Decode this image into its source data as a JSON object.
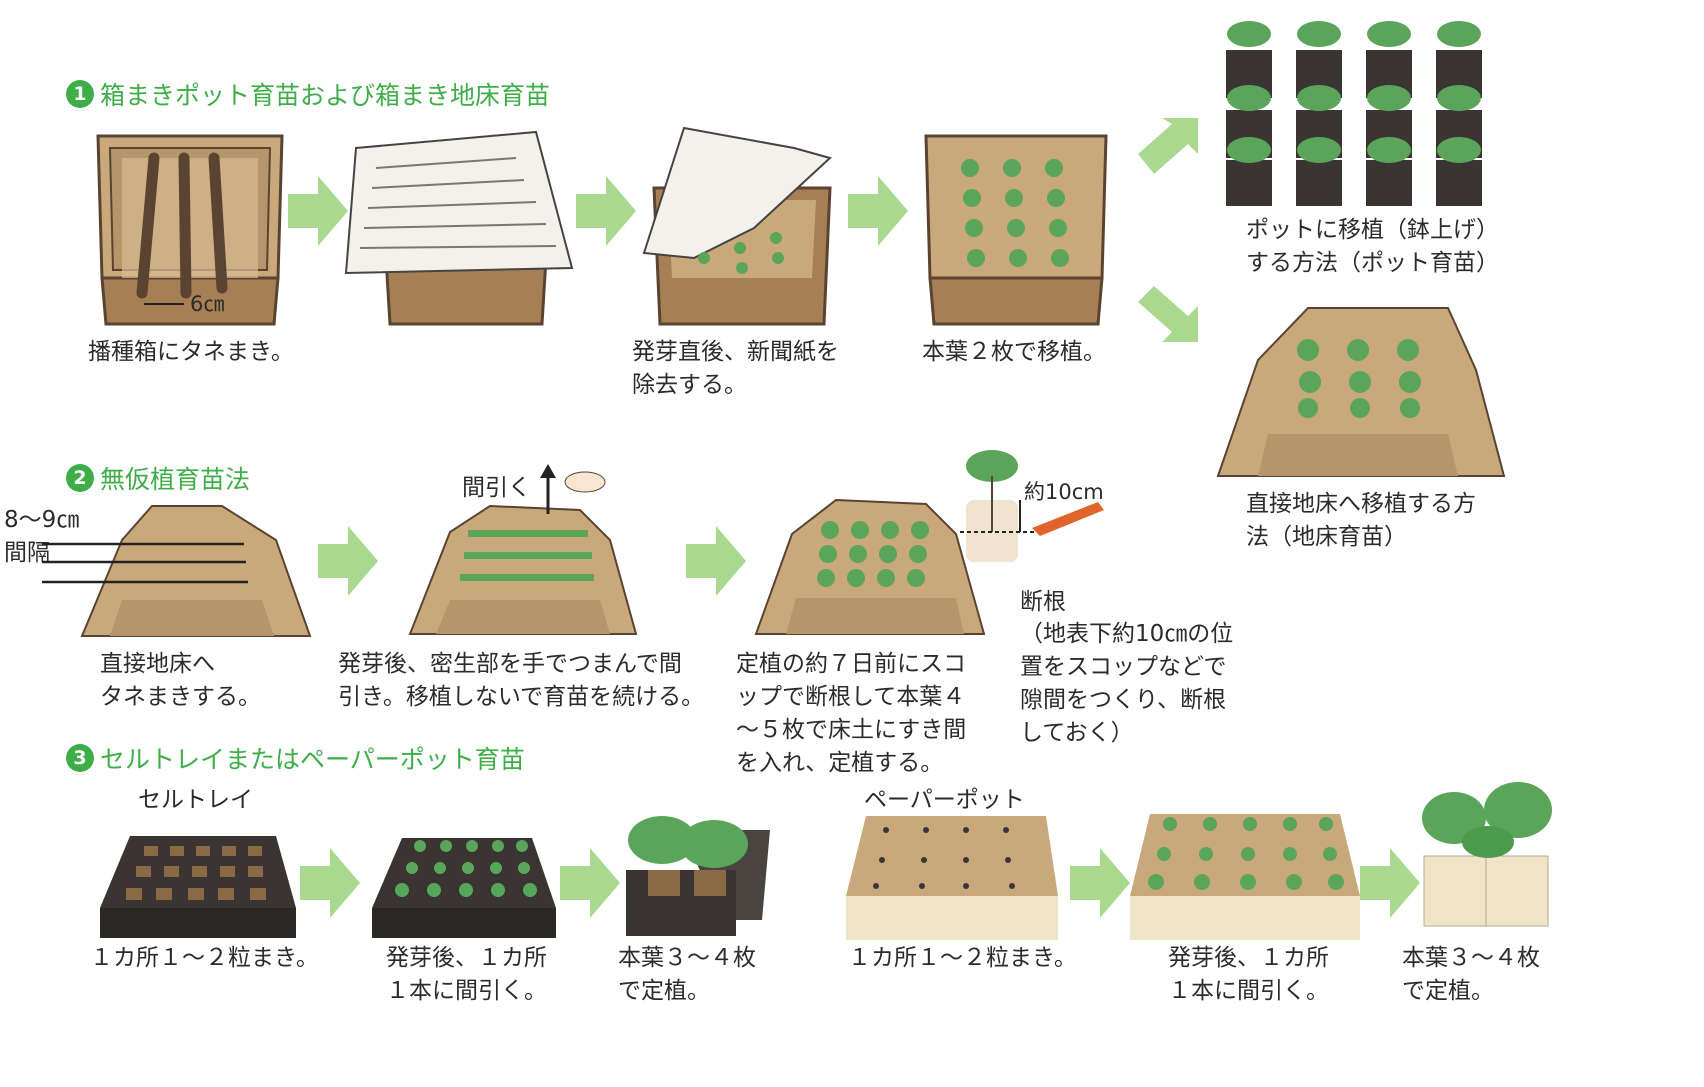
{
  "colors": {
    "accent_green": "#3fae49",
    "arrow_green": "#a9d98e",
    "soil": "#c9a97c",
    "soil_dark": "#8a6a45",
    "leaf": "#5aa55a",
    "paper": "#f4f1ea",
    "tray": "#3a3532",
    "paper_pot": "#efe3c8"
  },
  "section1": {
    "number": "1",
    "title": "箱まきポット育苗および箱まき地床育苗",
    "spacing_label": "6㎝",
    "captions": {
      "sow": "播種箱にタネまき。",
      "remove_paper": "発芽直後、新聞紙を\n除去する。",
      "transplant": "本葉２枚で移植。",
      "pot_method": "ポットに移植（鉢上げ）\nする方法（ポット育苗）",
      "ground_method": "直接地床へ移植する方\n法（地床育苗）"
    }
  },
  "section2": {
    "number": "2",
    "title": "無仮植育苗法",
    "interval_label": "8～9㎝\n間隔",
    "thin_label": "間引く",
    "depth_label": "約10cm",
    "captions": {
      "direct_sow": "直接地床へ\nタネまきする。",
      "thinning": "発芽後、密生部を手でつまんで間\n引き。移植しないで育苗を続ける。",
      "root_cut": "定植の約７日前にスコ\nップで断根して本葉４\n～５枚で床土にすき間\nを入れ、定植する。",
      "root_cut_note_title": "断根",
      "root_cut_note": "（地表下約10㎝の位\n置をスコップなどで\n隙間をつくり、断根\nしておく）"
    }
  },
  "section3": {
    "number": "3",
    "title": "セルトレイまたはペーパーポット育苗",
    "cell_tray_label": "セルトレイ",
    "paper_pot_label": "ペーパーポット",
    "captions": {
      "cell_sow": "１カ所１～２粒まき。",
      "cell_thin": "発芽後、１カ所\n１本に間引く。",
      "cell_plant": "本葉３～４枚\nで定植。",
      "paper_sow": "１カ所１～２粒まき。",
      "paper_thin": "発芽後、１カ所\n１本に間引く。",
      "paper_plant": "本葉３～４枚\nで定植。"
    }
  }
}
